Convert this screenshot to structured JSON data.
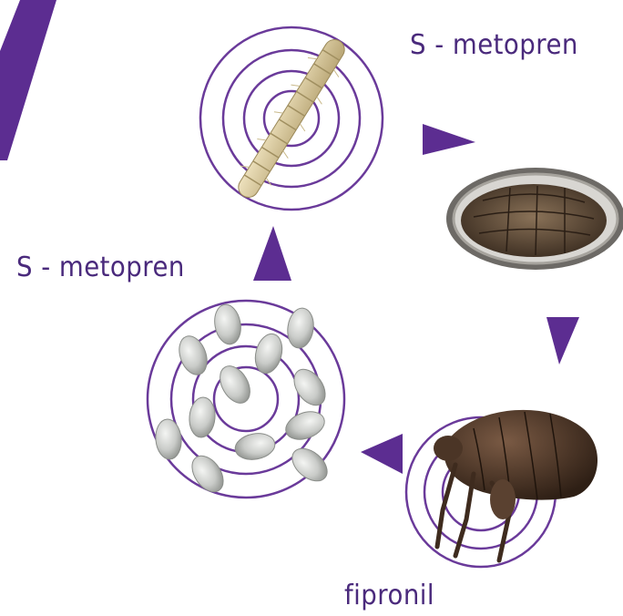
{
  "diagram": {
    "type": "flea-life-cycle",
    "stages": [
      {
        "id": "larva",
        "icon": "larva-icon"
      },
      {
        "id": "pupa",
        "icon": "pupa-icon"
      },
      {
        "id": "adult",
        "icon": "adult-flea-icon"
      },
      {
        "id": "eggs",
        "icon": "eggs-icon"
      }
    ],
    "labels": {
      "larva_agent": "S - metopren",
      "eggs_agent": "S - metopren",
      "adult_agent": "fipronil"
    },
    "colors": {
      "accent": "#5c2d91",
      "text": "#4a2a7c",
      "ring": "#6a3a9a",
      "larva": "#d8c79a",
      "pupa": "#5a4636",
      "flea": "#4b3526",
      "egg": "#c9cbc8"
    }
  }
}
